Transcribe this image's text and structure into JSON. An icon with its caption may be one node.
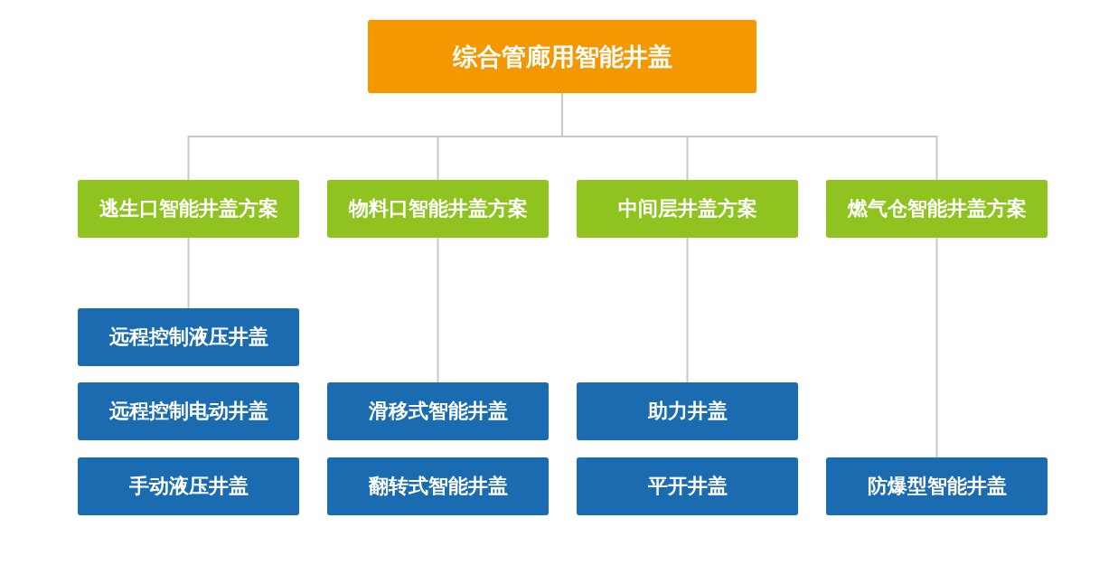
{
  "diagram": {
    "nodes": [
      {
        "text": [
          "综合管廊用智能井盖"
        ]
      },
      {
        "text": [
          "逃生口智能井盖方案"
        ]
      },
      {
        "text": [
          "物料口智能井盖方案"
        ]
      },
      {
        "text": [
          "中间层井盖方案"
        ]
      },
      {
        "text": [
          "燃气仓智能井盖方案"
        ]
      },
      {
        "text": [
          "远程控制液压井盖"
        ]
      },
      {
        "text": [
          "远程控制电动井盖"
        ]
      },
      {
        "text": [
          "手动液压井盖"
        ]
      },
      {
        "text": [
          "滑移式智能井盖"
        ]
      },
      {
        "text": [
          "翻转式智能井盖"
        ]
      },
      {
        "text": [
          "助力井盖"
        ]
      },
      {
        "text": [
          "平开井盖"
        ]
      },
      {
        "text": [
          "防爆型智能井盖"
        ]
      }
    ],
    "edges": [
      {
        "from": 0,
        "to": 1,
        "arrow": "none"
      },
      {
        "from": 0,
        "to": 2,
        "arrow": "none"
      },
      {
        "from": 0,
        "to": 3,
        "arrow": "none"
      },
      {
        "from": 0,
        "to": 4,
        "arrow": "none"
      },
      {
        "from": 1,
        "to": 5,
        "arrow": "none"
      },
      {
        "from": 2,
        "to": 8,
        "arrow": "none"
      },
      {
        "from": 3,
        "to": 10,
        "arrow": "none"
      },
      {
        "from": 4,
        "to": 12,
        "arrow": "none"
      }
    ]
  }
}
